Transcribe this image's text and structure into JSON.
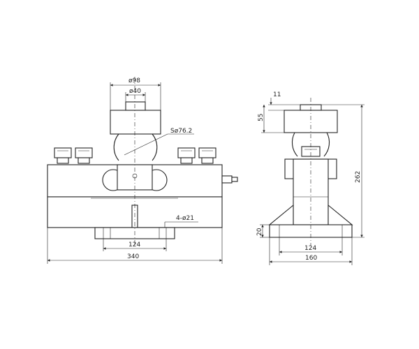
{
  "front_view": {
    "dim_top_outer": "ø98",
    "dim_top_inner": "ø40",
    "dim_sphere": "Sø76.2",
    "dim_holes": "4-ø21",
    "dim_inner_width": "124",
    "dim_total_width": "340"
  },
  "side_view": {
    "dim_top_small": "11",
    "dim_top_height": "55",
    "dim_total_height": "262",
    "dim_base_height": "20",
    "dim_inner_width": "124",
    "dim_total_width": "160"
  }
}
